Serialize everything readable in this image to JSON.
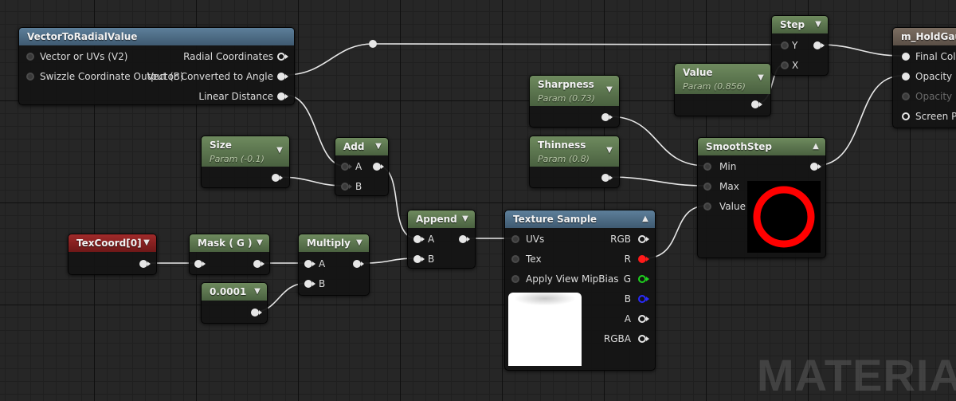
{
  "watermark": "MATERIAL",
  "nodes": {
    "vector_to_radial": {
      "title": "VectorToRadialValue",
      "in_vector": "Vector or UVs (V2)",
      "in_swizzle": "Swizzle Coordinate Output (B)",
      "out_radial": "Radial Coordinates",
      "out_angle": "Vector Converted to Angle",
      "out_linear": "Linear Distance"
    },
    "step": {
      "title": "Step",
      "in_y": "Y",
      "in_x": "X"
    },
    "output": {
      "title": "m_HoldGauge",
      "final_color": "Final Color",
      "opacity": "Opacity",
      "opacity_mask": "Opacity Mask",
      "screen_pos": "Screen Position"
    },
    "value_param": {
      "title": "Value",
      "sub": "Param (0.856)"
    },
    "sharpness": {
      "title": "Sharpness",
      "sub": "Param (0.73)"
    },
    "thinness": {
      "title": "Thinness",
      "sub": "Param (0.8)"
    },
    "size": {
      "title": "Size",
      "sub": "Param (-0.1)"
    },
    "add": {
      "title": "Add",
      "in_a": "A",
      "in_b": "B"
    },
    "append": {
      "title": "Append",
      "in_a": "A",
      "in_b": "B"
    },
    "smoothstep": {
      "title": "SmoothStep",
      "in_min": "Min",
      "in_max": "Max",
      "in_value": "Value"
    },
    "texcoord": {
      "title": "TexCoord[0]"
    },
    "mask": {
      "title": "Mask ( G )"
    },
    "multiply": {
      "title": "Multiply",
      "in_a": "A",
      "in_b": "B"
    },
    "const": {
      "title": "0.0001"
    },
    "texture_sample": {
      "title": "Texture Sample",
      "in_uvs": "UVs",
      "in_tex": "Tex",
      "in_mip": "Apply View MipBias",
      "out_rgb": "RGB",
      "out_r": "R",
      "out_g": "G",
      "out_b": "B",
      "out_a": "A",
      "out_rgba": "RGBA"
    }
  },
  "colors": {
    "header_blue": "#4f6d86",
    "header_green": "#5c7650",
    "header_red": "#8a2020",
    "pin_red": "#ff1a1a",
    "pin_green": "#1ed31e",
    "pin_blue": "#2a2aff",
    "ring_preview": "#ff0000"
  },
  "icons": {
    "collapse": "chevron-down-icon",
    "expand": "chevron-up-icon"
  }
}
